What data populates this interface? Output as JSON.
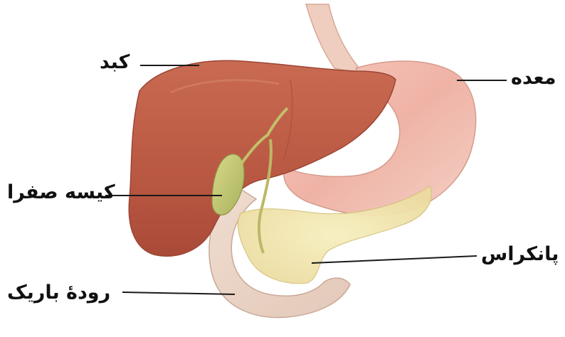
{
  "diagram": {
    "labels": {
      "liver": "کبد",
      "stomach": "معده",
      "gallbladder": "کیسه صفرا",
      "pancreas": "پانکراس",
      "small_intestine": "رودهٔ باریک"
    }
  }
}
